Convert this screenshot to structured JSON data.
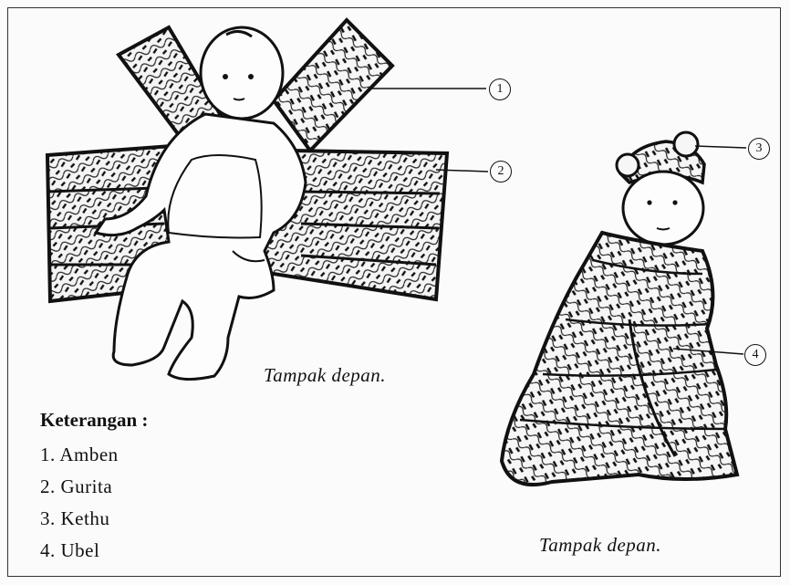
{
  "captions": {
    "left": "Tampak depan.",
    "right": "Tampak depan."
  },
  "legend": {
    "title": "Keterangan :",
    "items": [
      {
        "label": "1. Amben"
      },
      {
        "label": "2. Gurita"
      },
      {
        "label": "3. Kethu"
      },
      {
        "label": "4. Ubel"
      }
    ]
  },
  "callouts": [
    "1",
    "2",
    "3",
    "4"
  ]
}
